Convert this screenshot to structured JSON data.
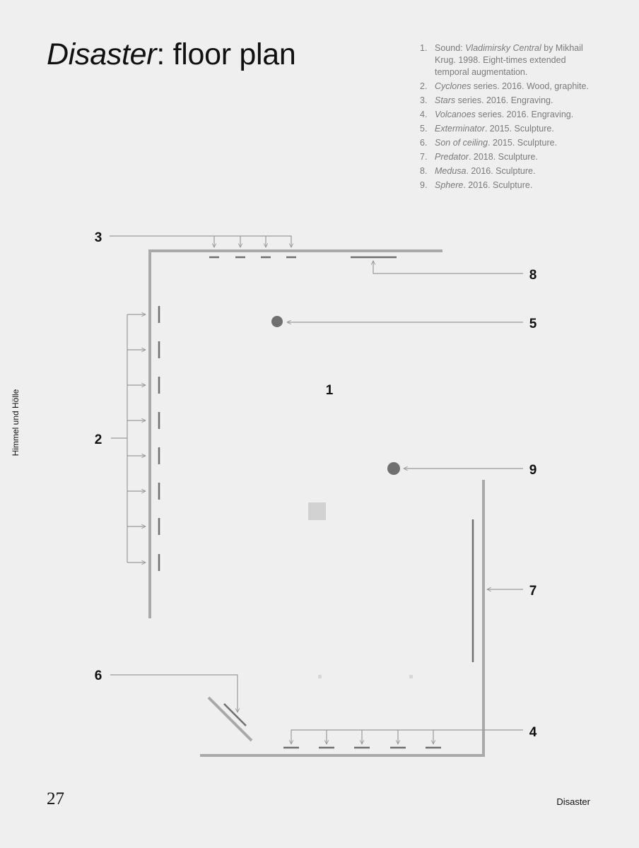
{
  "page": {
    "title_italic": "Disaster",
    "title_rest": ": floor plan",
    "side_label": "Himmel und Hölle",
    "page_number": "27",
    "section_name": "Disaster"
  },
  "legend": [
    {
      "num": "1.",
      "pre": "Sound: ",
      "italic": "Vladimirsky Central",
      "post": " by Mikhail Krug. 1998. Eight-times extended temporal augmentation."
    },
    {
      "num": "2.",
      "pre": "",
      "italic": "Cyclones",
      "post": " series. 2016. Wood, graphite."
    },
    {
      "num": "3.",
      "pre": "",
      "italic": "Stars",
      "post": " series. 2016. Engraving."
    },
    {
      "num": "4.",
      "pre": "",
      "italic": "Volcanoes",
      "post": " series. 2016. Engraving."
    },
    {
      "num": "5.",
      "pre": "",
      "italic": "Exterminator",
      "post": ". 2015. Sculpture."
    },
    {
      "num": "6.",
      "pre": "",
      "italic": "Son of ceiling",
      "post": ". 2015. Sculpture."
    },
    {
      "num": "7.",
      "pre": "",
      "italic": "Predator",
      "post": ". 2018. Sculpture."
    },
    {
      "num": "8.",
      "pre": "",
      "italic": "Medusa",
      "post": ". 2016. Sculpture."
    },
    {
      "num": "9.",
      "pre": "",
      "italic": "Sphere",
      "post": ". 2016. Sculpture."
    }
  ],
  "plan": {
    "labels": {
      "sound": "1",
      "cyclones": "2",
      "stars": "3",
      "volcanoes": "4",
      "exterminator": "5",
      "son_of_ceiling": "6",
      "predator": "7",
      "medusa": "8",
      "sphere": "9"
    },
    "colors": {
      "wall": "#a9a9a9",
      "artwork": "#6f6f6f",
      "leader": "#9a9a9a",
      "plinth": "#d2d2d2"
    }
  }
}
